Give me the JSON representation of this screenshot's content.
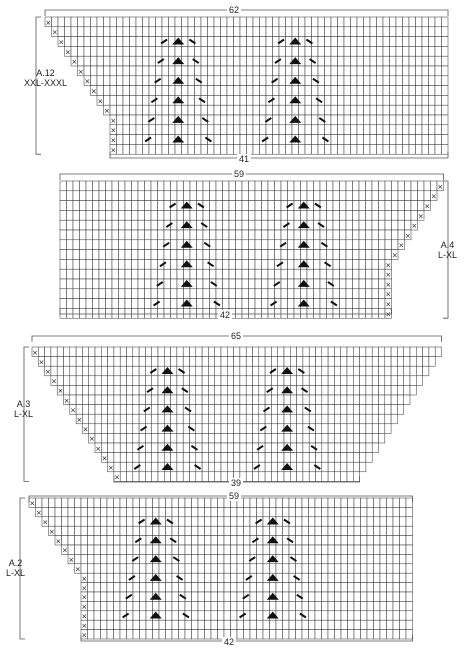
{
  "charts": [
    {
      "id": "chart-1",
      "top_count": "62",
      "bottom_count": "41",
      "side_label_lines": [
        "A.12",
        "XXL-XXXL"
      ],
      "side": "left",
      "grid": {
        "cols": 62,
        "rows": 14
      }
    },
    {
      "id": "chart-2",
      "top_count": "59",
      "bottom_count": "42",
      "side_label_lines": [
        "A.4",
        "L-XL"
      ],
      "side": "right",
      "grid": {
        "cols": 59,
        "rows": 14
      }
    },
    {
      "id": "chart-3",
      "top_count": "65",
      "bottom_count": "39",
      "side_label_lines": [
        "A.3",
        "L-XL"
      ],
      "side": "left",
      "grid": {
        "cols": 65,
        "rows": 14
      }
    },
    {
      "id": "chart-4",
      "top_count": "59",
      "bottom_count": "42",
      "side_label_lines": [
        "A.2",
        "L-XL"
      ],
      "side": "left",
      "grid": {
        "cols": 59,
        "rows": 15
      }
    }
  ],
  "colors": {
    "grid_line": "#333333",
    "symbol": "#111111",
    "bracket": "#555555"
  }
}
